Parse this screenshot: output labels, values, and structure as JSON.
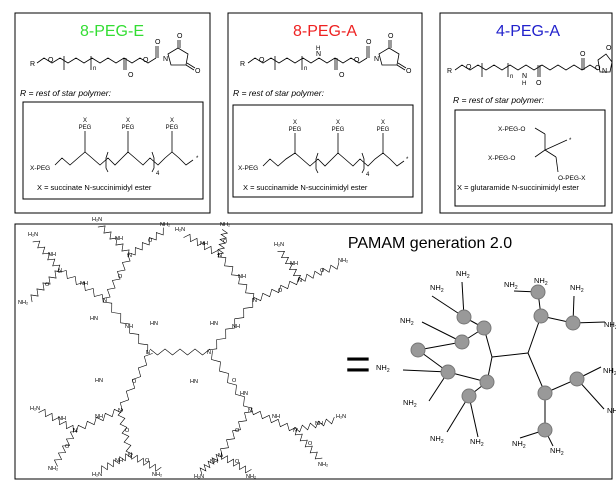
{
  "panels": [
    {
      "title": "8-PEG-E",
      "title_color": "#33dd33",
      "r_note": "R = rest of star polymer:",
      "x_note": "X = succinate N-succinimidyl ester",
      "subscript_n": "n",
      "subscript_4": "4",
      "left_label": "X-PEG",
      "branch_x": "X",
      "branch_peg": "PEG",
      "atom_o": "O",
      "atom_n": "N",
      "atom_r": "R"
    },
    {
      "title": "8-PEG-A",
      "title_color": "#ee2222",
      "r_note": "R = rest of star polymer:",
      "x_note": "X = succinamide N-succinimidyl ester",
      "subscript_n": "n",
      "subscript_4": "4",
      "left_label": "X-PEG",
      "branch_x": "X",
      "branch_peg": "PEG",
      "atom_o": "O",
      "atom_n": "N",
      "atom_nh": "H",
      "atom_r": "R"
    },
    {
      "title": "4-PEG-A",
      "title_color": "#2222cc",
      "r_note": "R = rest of star polymer:",
      "x_note": "X = glutaramide N-succinimidyl ester",
      "subscript_n": "n",
      "arm_top": "X-PEG-O",
      "arm_left": "X-PEG-O",
      "arm_right": "O-PEG-X",
      "atom_o": "O",
      "atom_n": "N",
      "atom_nh": "H",
      "atom_r": "R"
    }
  ],
  "pamam": {
    "title": "PAMAM generation 2.0",
    "equals": "=",
    "node_color": "#999999",
    "nh2_main": "NH",
    "nh2_sub": "2",
    "structure_tokens": [
      "H₂N",
      "NH₂",
      "HN",
      "NH",
      "N",
      "O"
    ]
  }
}
